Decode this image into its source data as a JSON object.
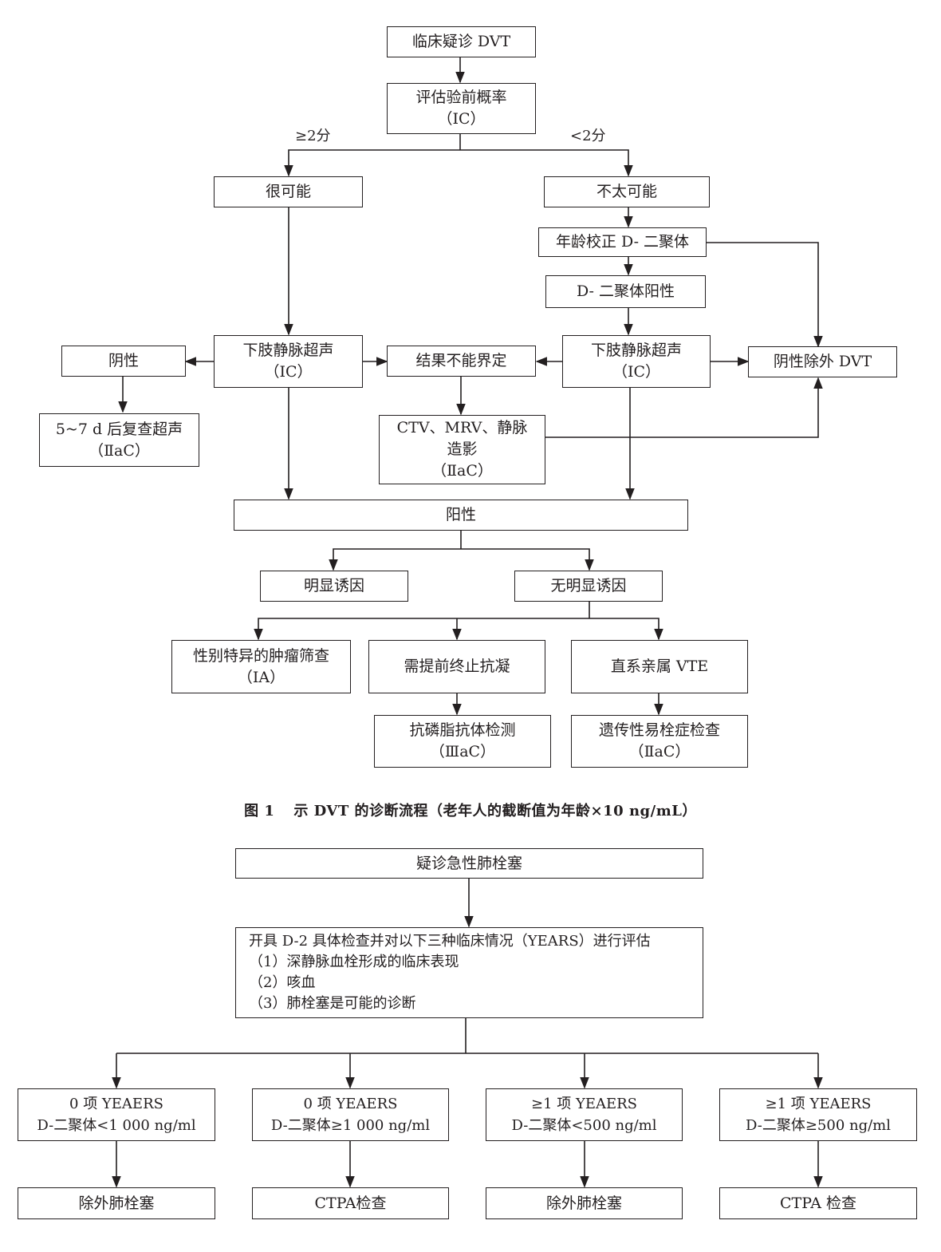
{
  "figure1": {
    "caption_num": "图 1",
    "caption_text": "示 DVT 的诊断流程（老年人的截断值为年龄×10 ng/mL）",
    "nodes": {
      "suspect": "临床疑诊 DVT",
      "assess": [
        "评估验前概率",
        "（ⅠC）"
      ],
      "likely": "很可能",
      "unlikely": "不太可能",
      "ddimer_age": "年龄校正 D- 二聚体",
      "ddimer_pos": "D- 二聚体阳性",
      "us_left": [
        "下肢静脉超声",
        "（ⅠC）"
      ],
      "us_right": [
        "下肢静脉超声",
        "（ⅠC）"
      ],
      "neg": "阴性",
      "recheck": [
        "5~7 d 后复查超声",
        "（ⅡaC）"
      ],
      "indeterminate": "结果不能界定",
      "exclude": "阴性除外 DVT",
      "ctv": [
        "CTV、MRV、静脉",
        "造影",
        "（ⅡaC）"
      ],
      "positive": "阳性",
      "provoked": "明显诱因",
      "unprovoked": "无明显诱因",
      "tumor": [
        "性别特异的肿瘤筛查",
        "（ⅠA）"
      ],
      "stop_anticoag": "需提前终止抗凝",
      "relative_vte": "直系亲属 VTE",
      "antiphospholipid": [
        "抗磷脂抗体检测",
        "（ⅢaC）"
      ],
      "thrombophilia": [
        "遗传性易栓症检查",
        "（ⅡaC）"
      ]
    },
    "edge_labels": {
      "high": "≥2分",
      "low": "<2分"
    }
  },
  "figure2": {
    "nodes": {
      "suspect": "疑诊急性肺栓塞",
      "years": [
        "开具 D-2 具体检查并对以下三种临床情况（YEARS）进行评估",
        "（1）深静脉血栓形成的临床表现",
        "（2）咳血",
        "（3）肺栓塞是可能的诊断"
      ],
      "branches": [
        {
          "line1": "0 项 YEAERS",
          "line2": "D-二聚体<1 000 ng/ml",
          "result": "除外肺栓塞"
        },
        {
          "line1": "0 项 YEAERS",
          "line2": "D-二聚体≥1 000 ng/ml",
          "result": "CTPA检查"
        },
        {
          "line1": "≥1 项 YEAERS",
          "line2": "D-二聚体<500 ng/ml",
          "result": "除外肺栓塞"
        },
        {
          "line1": "≥1 项 YEAERS",
          "line2": "D-二聚体≥500 ng/ml",
          "result": "CTPA 检查"
        }
      ]
    }
  }
}
